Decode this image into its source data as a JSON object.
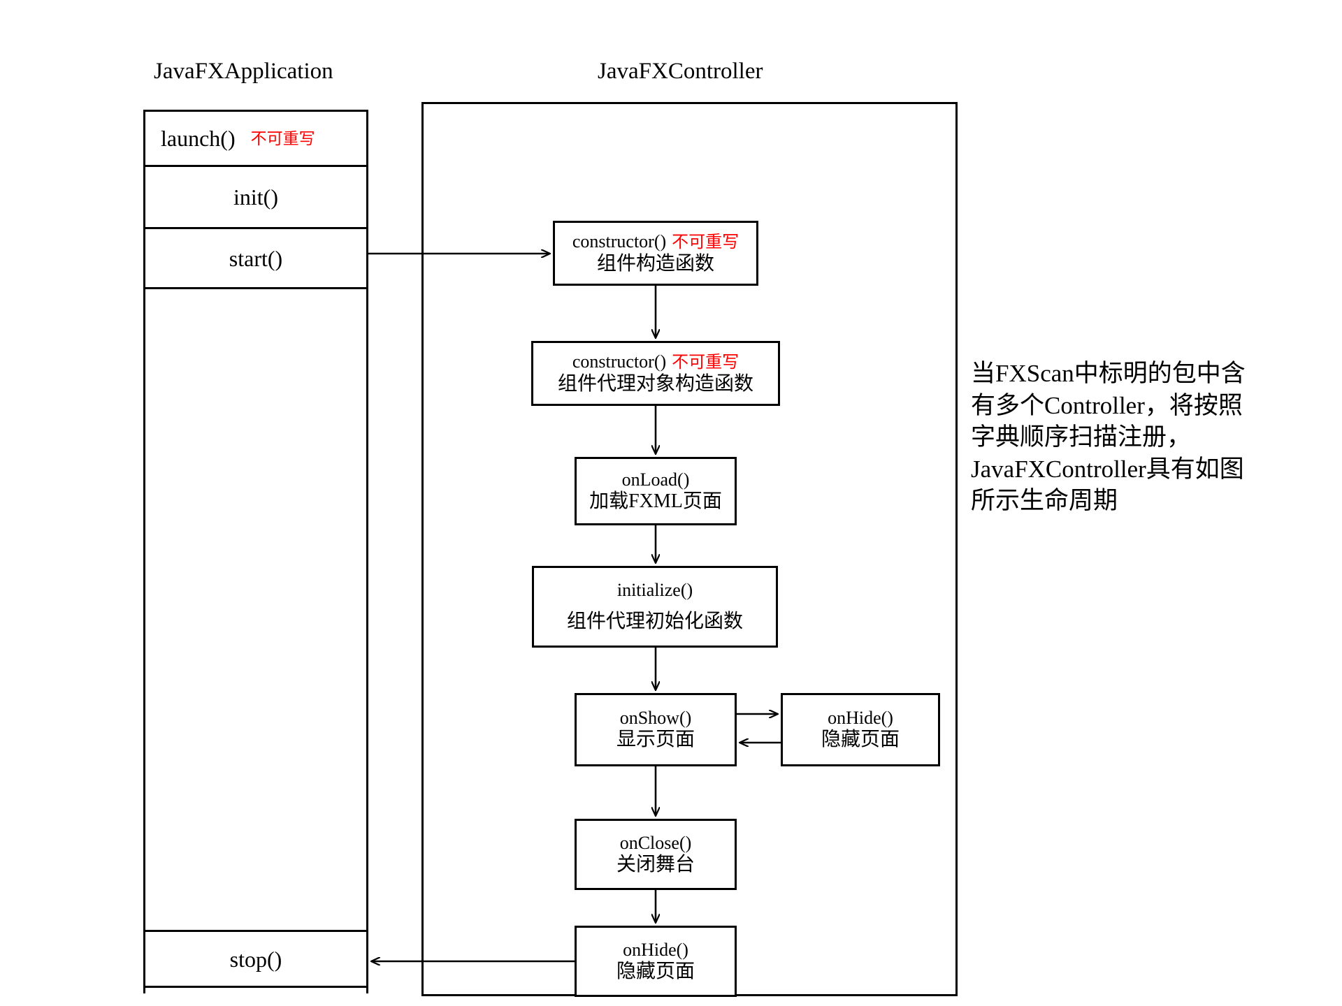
{
  "headers": {
    "application": "JavaFXApplication",
    "controller": "JavaFXController"
  },
  "application_column": {
    "rows": [
      {
        "label": "launch()",
        "note": "不可重写",
        "note_color": "#ff0000"
      },
      {
        "label": "init()",
        "note": ""
      },
      {
        "label": "start()",
        "note": ""
      },
      {
        "label": "",
        "note": ""
      },
      {
        "label": "stop()",
        "note": ""
      },
      {
        "label": "",
        "note": ""
      }
    ]
  },
  "controller_flow": {
    "boxes": [
      {
        "id": "constructor-component",
        "title": "constructor()",
        "note": "不可重写",
        "subtitle": "组件构造函数"
      },
      {
        "id": "constructor-proxy",
        "title": "constructor()",
        "note": "不可重写",
        "subtitle": "组件代理对象构造函数"
      },
      {
        "id": "onload",
        "title": "onLoad()",
        "note": "",
        "subtitle": "加载FXML页面"
      },
      {
        "id": "initialize",
        "title": "initialize()",
        "note": "",
        "subtitle": "组件代理初始化函数"
      },
      {
        "id": "onshow",
        "title": "onShow()",
        "note": "",
        "subtitle": "显示页面"
      },
      {
        "id": "onhide-side",
        "title": "onHide()",
        "note": "",
        "subtitle": "隐藏页面"
      },
      {
        "id": "onclose",
        "title": "onClose()",
        "note": "",
        "subtitle": "关闭舞台"
      },
      {
        "id": "onhide-bottom",
        "title": "onHide()",
        "note": "",
        "subtitle": "隐藏页面"
      }
    ]
  },
  "annotation": {
    "lines": [
      "当FXScan中标明的包中含",
      "有多个Controller，将按照",
      "字典顺序扫描注册，",
      "JavaFXController具有如图",
      "所示生命周期"
    ]
  },
  "colors": {
    "stroke": "#000000",
    "highlight": "#ff0000",
    "background": "#ffffff"
  }
}
